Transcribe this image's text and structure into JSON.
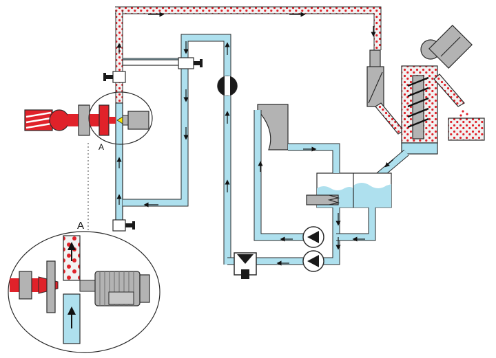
{
  "labels": {
    "detail_marker": "A",
    "detail_title": "A"
  },
  "colors": {
    "water": "#aee0ee",
    "water_light": "#c9ecf5",
    "melt_red": "#e0222a",
    "particle_red": "#e0222a",
    "steel_grey": "#b3b3b3",
    "outline": "#2a2a2a"
  },
  "components": [
    "extruder-nozzle",
    "cutting-unit",
    "circulation-pump",
    "centrifugal-dryer",
    "pellet-collection-bin",
    "water-tank",
    "heat-exchanger",
    "water-pump-upper",
    "water-pump-lower",
    "check-valve",
    "flow-meter"
  ]
}
